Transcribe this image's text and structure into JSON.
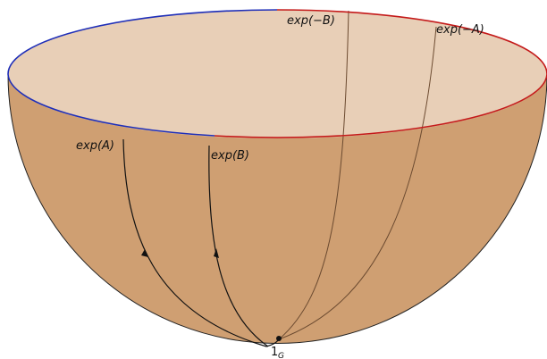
{
  "labels": {
    "exp_A": "exp(A)",
    "exp_B": "exp(B)",
    "exp_neg_B": "exp(−B)",
    "exp_neg_A": "exp(−A)",
    "identity_main": "1",
    "identity_sub": "G"
  },
  "colors": {
    "bowl_outer": "#cf9f72",
    "bowl_inner_top": "#e8cfb7",
    "rim_left": "#1f2fb8",
    "rim_right": "#c41a1a",
    "curve_front": "#111111",
    "curve_back": "#6b4a30",
    "outline": "#222222"
  }
}
